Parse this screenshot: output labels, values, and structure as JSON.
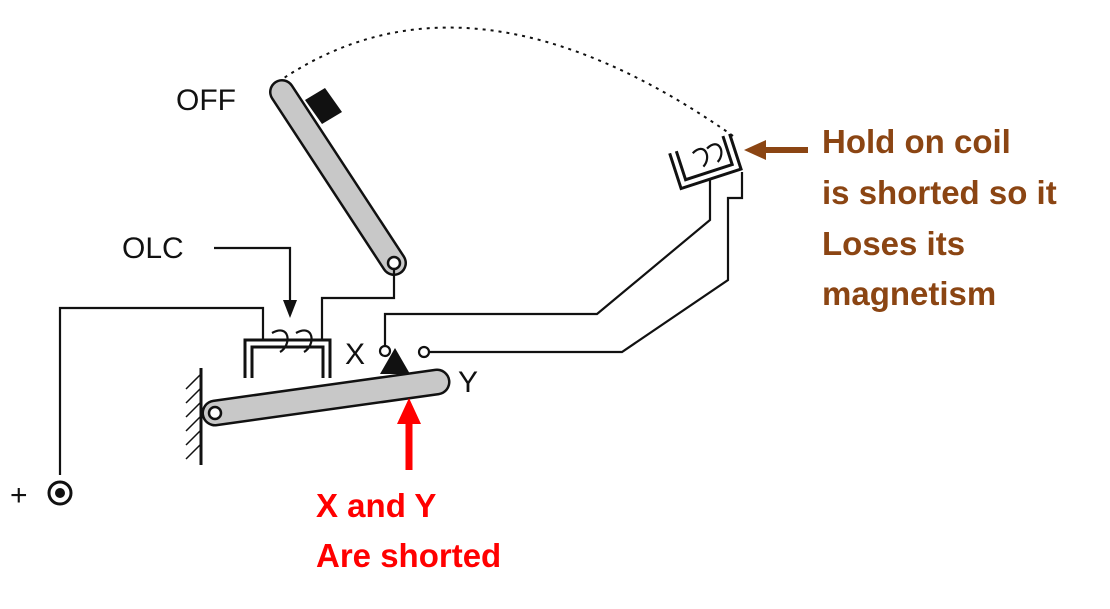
{
  "labels": {
    "off": "OFF",
    "olc": "OLC",
    "x": "X",
    "y": "Y",
    "plus": "+"
  },
  "annotations": {
    "hold_on_coil": [
      "Hold on coil",
      "is shorted so it",
      "Loses its",
      "magnetism"
    ],
    "xy_shorted": [
      "X and Y",
      "Are shorted"
    ]
  },
  "colors": {
    "brown_note": "#8B4513",
    "red_note": "#FF0000",
    "line": "#111111",
    "handle_fill": "#c8c8c8"
  }
}
